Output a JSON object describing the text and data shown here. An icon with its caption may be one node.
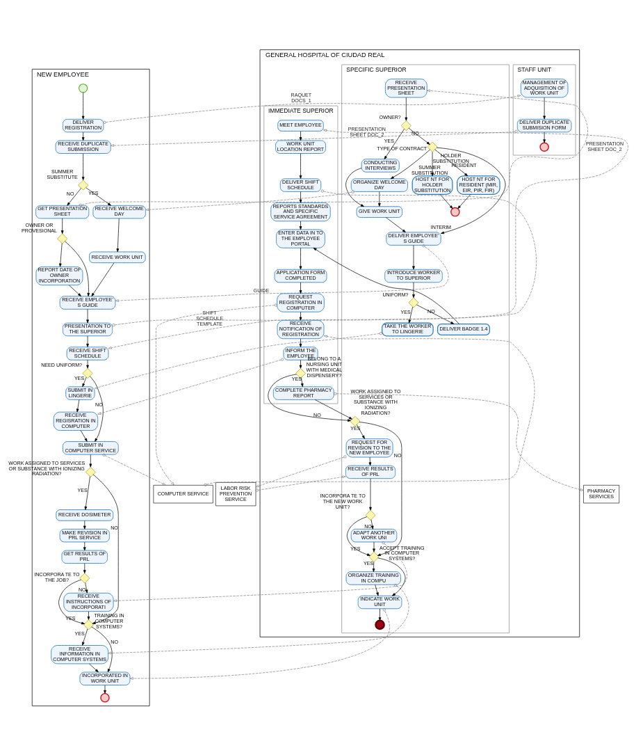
{
  "diagram": {
    "nodes": [
      {
        "text": [
          "NEW EMPLOYEE"
        ]
      },
      {
        "text": [],
        "shape": "circle",
        "in": 0
      },
      {
        "text": [
          "DELIVER REGISTRATION"
        ],
        "in": 0
      },
      {
        "text": [
          "RECEIVE DUPLICATE SUBMISSION"
        ],
        "in": 0
      },
      {
        "text": [
          "SUMMER SUBSTITUTE"
        ],
        "in": 0
      },
      {
        "text": [
          "GET PRESENTATION SHEET"
        ],
        "in": 0
      },
      {
        "text": [
          "OWNER OR PROVESIONAL"
        ],
        "in": 0
      },
      {
        "text": [
          "REPORT DATE OF OWNER INCORPORATION"
        ],
        "in": 0
      },
      {
        "text": [
          "RECEIVE WELCOME DAY"
        ],
        "in": 0
      },
      {
        "text": [
          "RECEIVE WORK UNIT"
        ],
        "in": 0
      },
      {
        "text": [
          "RECEIVE EMPLOYEE' S GUIDE"
        ],
        "in": 0
      },
      {
        "text": [
          "PRESENTATION TO THE SUPERIOR"
        ],
        "in": 0
      },
      {
        "text": [
          "RECEIVE SHIFT SCHEDULE"
        ],
        "in": 0
      },
      {
        "text": [
          "NEED UNIFORM?"
        ],
        "in": 0
      },
      {
        "text": [
          "SUBMIT IN LINGERIE"
        ],
        "in": 0
      },
      {
        "text": [
          "RECEIVE REGISRATION IN COMPUTER"
        ],
        "in": 0
      },
      {
        "text": [
          "SUBMIT IN COMPUTER SERVICE"
        ],
        "in": 0
      },
      {
        "text": [
          "WORK ASSIGNED TO SERVICES OR SUBSTANCE WITH IONIZING RADIATION?"
        ],
        "in": 0
      },
      {
        "text": [
          "RECEIVE DOSIMETER"
        ],
        "in": 0
      },
      {
        "text": [
          "MAKE REVISION IN PRL SERVICE"
        ],
        "in": 0
      },
      {
        "text": [
          "GET RESULTS OF PRL"
        ],
        "in": 0
      },
      {
        "text": [
          "INCORPORA TE TO THE JOB?"
        ],
        "in": 0
      },
      {
        "text": [
          "TRAINING IN COMPUTER SYSTEMS?"
        ],
        "in": 0
      },
      {
        "text": [
          "RECEIVE INFORMATION IN COMPUTER SYSTEMS"
        ],
        "in": 0
      },
      {
        "text": [
          "INCORPORATED IN WORK UNIT"
        ],
        "in": 0
      },
      {
        "text": [
          "RECEIVE INSTRUCTIONS OF INCORPORATI"
        ],
        "in": 0
      },
      {
        "text": [],
        "shape": "circle",
        "in": 0
      },
      {
        "text": [
          "GENERAL HOSPITAL OF CIUDAD REAL"
        ]
      },
      {
        "text": [
          "STAFF UNIT"
        ],
        "in": 27
      },
      {
        "text": [
          "MANAGEMENT OF ADQUISITION OF WORK UNIT"
        ],
        "in": 28
      },
      {
        "text": [
          "DELIVER DUPLICATE SUBMISION FORM"
        ],
        "in": 28
      },
      {
        "text": [],
        "shape": "circle",
        "in": 28
      },
      {
        "text": [
          "SPECIFIC SUPERIOR"
        ],
        "in": 27
      },
      {
        "text": [
          "RECEIVE PRESENTATION SHEET"
        ],
        "in": 32
      },
      {
        "text": [
          "OWNER?"
        ],
        "in": 32
      },
      {
        "text": [
          "CONDUCTING INTERVIEWS"
        ],
        "in": 32
      },
      {
        "text": [
          "GIVE WORK UNIT"
        ],
        "in": 32
      },
      {
        "text": [
          "DELIVER EMPLOYEE' S GUIDE"
        ],
        "in": 32
      },
      {
        "text": [
          "INTRODUCE WORKER TO SUPERIOR"
        ],
        "in": 32
      },
      {
        "text": [
          "ORGANIZE WELCOME DAY"
        ],
        "in": 32
      },
      {
        "text": [
          "TYPE OF CONTRACT"
        ],
        "in": 32
      },
      {
        "text": [
          "HOST NT FOR HOLDER SUBSTITUTION"
        ],
        "in": 32
      },
      {
        "text": [
          "HOST NT FOR RESIDENT (MIR, EIR, PIR, FIR)"
        ],
        "in": 32
      },
      {
        "text": [],
        "shape": "circle",
        "in": 32
      },
      {
        "text": [
          "UNIFORM?"
        ],
        "in": 32
      },
      {
        "text": [
          "TAKE THE WORKER TO LINGERIE"
        ],
        "in": 32
      },
      {
        "text": [
          "DELIVER BADGE 1.4"
        ],
        "in": 32
      },
      {
        "text": [
          "REQUEST FOR REVISION TO THE NEW EMPLOYEE"
        ],
        "in": 32
      },
      {
        "text": [
          "RECEIVE RESULTS OF PRL"
        ],
        "in": 32
      },
      {
        "text": [
          "INCORPORA TE TO THE NEW WORK UNIT?"
        ],
        "in": 32
      },
      {
        "text": [
          "ADAPT ANOTHER WORK UNI"
        ],
        "in": 32
      },
      {
        "text": [
          "WORK ASSIGNED TO SERVICES OR SUBSTANCE WITH IONIZING RADIATION?"
        ],
        "in": 32
      },
      {
        "text": [
          "ACCEPT TRAINING IN COMPUTER SYSTEMS?"
        ],
        "in": 32
      },
      {
        "text": [
          "ORGANIZE TRAINING IN COMPU"
        ],
        "in": 32
      },
      {
        "text": [
          "INDICATE WORK UNIT"
        ],
        "in": 32
      },
      {
        "text": [],
        "shape": "circle",
        "in": 32
      },
      {
        "text": [
          "IMMEDIATE SUPERIOR"
        ],
        "in": 27
      },
      {
        "text": [
          "MEET EMPLOYEE"
        ],
        "in": 56
      },
      {
        "text": [
          "WORK UNIT LOCATION REPORT"
        ],
        "in": 56
      },
      {
        "text": [
          "DELIVER SHIFT SCHEDULE"
        ],
        "in": 56
      },
      {
        "text": [
          "REPORTS STANDARDS AND SPECIFIC SERVICE AGREEMENT"
        ],
        "in": 56
      },
      {
        "text": [
          "ENTER DATA IN TO THE EMPLOYEE PORTAL"
        ],
        "in": 56
      },
      {
        "text": [
          "APPLICATION FORM COMPLETED"
        ],
        "in": 56
      },
      {
        "text": [
          "REQUEST REGISTRATION IN COMPUTER"
        ],
        "in": 56
      },
      {
        "text": [
          "RECEIVE NOTIFICATION OF REGISTRATION"
        ],
        "in": 56
      },
      {
        "text": [
          "INFORM THE EMPLOYEE"
        ],
        "in": 56
      },
      {
        "text": [
          "BELONG TO A NURSING UNIT WITH MEDICAL DISPENSERY?"
        ],
        "in": 56
      },
      {
        "text": [
          "COMPLETE PHARMACY REPORT"
        ],
        "in": 56
      },
      {
        "text": [
          "COMPUTER SERVICE"
        ]
      },
      {
        "text": [
          "PHARMACY SERVICES"
        ]
      },
      {
        "text": [
          "LABOR RISK PREVENTION SERVICE"
        ]
      }
    ],
    "edges": [
      {
        "from": 1,
        "to": 2,
        "arrow": "to"
      },
      {
        "from": 2,
        "to": 3,
        "arrow": "to"
      },
      {
        "from": 3,
        "to": 4,
        "arrow": "to"
      },
      {
        "from": 4,
        "to": 5,
        "arrow": "to",
        "label": "NO"
      },
      {
        "from": 4,
        "to": 8,
        "arrow": "to",
        "label": "YES"
      },
      {
        "from": 5,
        "to": 6,
        "arrow": "to"
      },
      {
        "from": 6,
        "to": 7,
        "arrow": "to"
      },
      {
        "from": 6,
        "to": 10,
        "arrow": "to"
      },
      {
        "from": 7,
        "to": 10,
        "arrow": "to"
      },
      {
        "from": 8,
        "to": 9,
        "arrow": "to"
      },
      {
        "from": 9,
        "to": 10,
        "arrow": "to"
      },
      {
        "from": 10,
        "to": 11,
        "arrow": "to"
      },
      {
        "from": 11,
        "to": 12,
        "arrow": "to"
      },
      {
        "from": 12,
        "to": 13,
        "arrow": "to"
      },
      {
        "from": 13,
        "to": 14,
        "arrow": "to",
        "label": "YES"
      },
      {
        "from": 13,
        "to": 16,
        "arrow": "to",
        "label": "NO"
      },
      {
        "from": 14,
        "to": 15,
        "arrow": "to"
      },
      {
        "from": 15,
        "to": 16,
        "arrow": "to"
      },
      {
        "from": 16,
        "to": 17,
        "arrow": "to"
      },
      {
        "from": 17,
        "to": 18,
        "arrow": "to",
        "label": "YES"
      },
      {
        "from": 17,
        "to": 22,
        "arrow": "to",
        "label": "NO"
      },
      {
        "from": 18,
        "to": 19,
        "arrow": "to"
      },
      {
        "from": 19,
        "to": 20,
        "arrow": "to"
      },
      {
        "from": 20,
        "to": 21,
        "arrow": "to"
      },
      {
        "from": 21,
        "to": 22,
        "arrow": "to",
        "label": "YES"
      },
      {
        "from": 21,
        "to": 25,
        "arrow": "to",
        "label": "NO"
      },
      {
        "from": 25,
        "to": 22,
        "arrow": "to"
      },
      {
        "from": 22,
        "to": 23,
        "arrow": "to",
        "label": "YES"
      },
      {
        "from": 22,
        "to": 24,
        "arrow": "to",
        "label": "NO"
      },
      {
        "from": 23,
        "to": 24,
        "arrow": "to"
      },
      {
        "from": 24,
        "to": 26,
        "arrow": "to"
      },
      {
        "from": 29,
        "to": 30,
        "arrow": "to"
      },
      {
        "from": 30,
        "to": 31,
        "arrow": "to"
      },
      {
        "from": 33,
        "to": 34,
        "arrow": "to"
      },
      {
        "from": 34,
        "to": 35,
        "arrow": "to",
        "label": "YES"
      },
      {
        "from": 34,
        "to": 40,
        "arrow": "to",
        "label": "NO"
      },
      {
        "from": 35,
        "to": 36,
        "arrow": "to"
      },
      {
        "from": 36,
        "to": 37,
        "arrow": "to"
      },
      {
        "from": 37,
        "to": 38,
        "arrow": "to"
      },
      {
        "from": 40,
        "to": 37,
        "arrow": "to",
        "label": "INTERIM"
      },
      {
        "from": 40,
        "to": 39,
        "arrow": "to",
        "label": "SUMMER SUBSTITUTION"
      },
      {
        "from": 40,
        "to": 41,
        "arrow": "to",
        "label": "HOLDER SUBSTITUTION"
      },
      {
        "from": 40,
        "to": 42,
        "arrow": "to",
        "label": "RESIDENT"
      },
      {
        "from": 39,
        "to": 36,
        "arrow": "to"
      },
      {
        "from": 41,
        "to": 43,
        "arrow": "to"
      },
      {
        "from": 42,
        "to": 43,
        "arrow": "to"
      },
      {
        "from": 38,
        "to": 44,
        "arrow": "to"
      },
      {
        "from": 44,
        "to": 45,
        "arrow": "to",
        "label": "YES"
      },
      {
        "from": 44,
        "to": 46,
        "arrow": "to",
        "label": "NO"
      },
      {
        "from": 46,
        "to": 61,
        "arrow": "to"
      },
      {
        "from": 51,
        "to": 47,
        "arrow": "to",
        "label": "YES"
      },
      {
        "from": 51,
        "to": 52,
        "arrow": "to",
        "label": "NO"
      },
      {
        "from": 47,
        "to": 48,
        "arrow": "to"
      },
      {
        "from": 48,
        "to": 49,
        "arrow": "to"
      },
      {
        "from": 49,
        "to": 50,
        "arrow": "to",
        "label": "NO"
      },
      {
        "from": 49,
        "to": 52,
        "arrow": "to",
        "label": "YES"
      },
      {
        "from": 50,
        "to": 52,
        "arrow": "to"
      },
      {
        "from": 52,
        "to": 53,
        "arrow": "to",
        "label": "YES"
      },
      {
        "from": 52,
        "to": 54,
        "arrow": "to"
      },
      {
        "from": 53,
        "to": 54,
        "arrow": "to"
      },
      {
        "from": 54,
        "to": 55,
        "arrow": "to"
      },
      {
        "from": 57,
        "to": 58,
        "arrow": "to"
      },
      {
        "from": 58,
        "to": 59,
        "arrow": "to"
      },
      {
        "from": 59,
        "to": 60,
        "arrow": "to"
      },
      {
        "from": 60,
        "to": 61,
        "arrow": "to"
      },
      {
        "from": 61,
        "to": 62,
        "arrow": "to"
      },
      {
        "from": 62,
        "to": 63,
        "arrow": "to"
      },
      {
        "from": 63,
        "to": 64,
        "arrow": "to"
      },
      {
        "from": 64,
        "to": 65,
        "arrow": "to"
      },
      {
        "from": 65,
        "to": 66,
        "arrow": "to"
      },
      {
        "from": 66,
        "to": 67,
        "arrow": "to",
        "label": "YES"
      },
      {
        "from": 66,
        "to": 51,
        "arrow": "to",
        "label": "NO"
      },
      {
        "from": 67,
        "to": 51,
        "arrow": "to"
      },
      {
        "from": 2,
        "to": 29,
        "arrow": "to",
        "label": "RAQUET DOCS_1",
        "style": "dashed",
        "color": "#808080"
      },
      {
        "from": 30,
        "to": 3,
        "arrow": "to",
        "label": "PRESENTATION SHEET DOC_2",
        "style": "dashed",
        "color": "#808080"
      },
      {
        "from": 5,
        "to": 33,
        "arrow": "to",
        "label": "PRESENTATION SHEET DOC_2",
        "style": "dashed",
        "color": "#808080"
      },
      {
        "from": 37,
        "to": 10,
        "arrow": "to",
        "label": "GUIDE",
        "style": "dashed",
        "color": "#808080"
      },
      {
        "from": 11,
        "to": 57,
        "arrow": "to",
        "style": "dashed",
        "color": "#808080"
      },
      {
        "from": 59,
        "to": 12,
        "arrow": "to",
        "label": "SHIFT SCHEDULE TEMPLATE",
        "style": "dashed",
        "color": "#808080"
      },
      {
        "from": 39,
        "to": 8,
        "arrow": "to",
        "style": "dashed",
        "color": "#808080"
      },
      {
        "from": 45,
        "to": 14,
        "arrow": "to",
        "style": "dashed",
        "color": "#808080"
      },
      {
        "from": 16,
        "to": 68,
        "arrow": "to",
        "style": "dashed",
        "color": "#808080"
      },
      {
        "from": 63,
        "to": 68,
        "arrow": "to",
        "style": "dashed",
        "color": "#808080"
      },
      {
        "from": 68,
        "to": 64,
        "arrow": "to",
        "style": "dashed",
        "color": "#808080"
      },
      {
        "from": 65,
        "to": 15,
        "arrow": "to",
        "style": "dashed",
        "color": "#808080"
      },
      {
        "from": 47,
        "to": 70,
        "arrow": "to",
        "style": "dashed",
        "color": "#808080"
      },
      {
        "from": 70,
        "to": 48,
        "arrow": "to",
        "style": "dashed",
        "color": "#808080"
      },
      {
        "from": 67,
        "to": 69,
        "arrow": "to",
        "style": "dashed",
        "color": "#808080"
      },
      {
        "from": 54,
        "to": 24,
        "arrow": "to",
        "style": "dashed",
        "color": "#808080"
      },
      {
        "from": 53,
        "to": 23,
        "arrow": "to",
        "style": "dashed",
        "color": "#808080"
      },
      {
        "from": 50,
        "to": 25,
        "arrow": "to",
        "style": "dashed",
        "color": "#808080"
      }
    ]
  }
}
